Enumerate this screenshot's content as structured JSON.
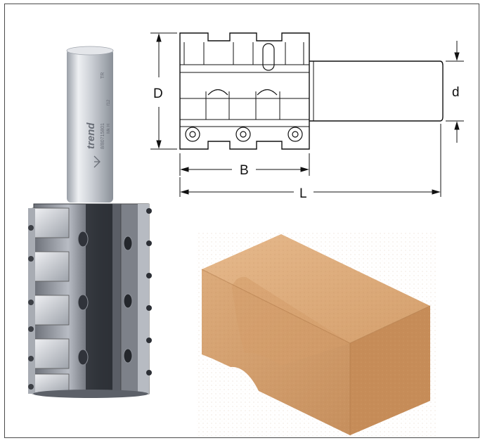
{
  "diagram": {
    "dimension_labels": {
      "D": "D",
      "d": "d",
      "B": "B",
      "L": "L"
    }
  },
  "photo": {
    "shank_brand": "trend",
    "shank_marks": [
      "TR",
      "8/80715801",
      "Mk H",
      "f12"
    ]
  },
  "colors": {
    "frame": "#4a4a4a",
    "block_face": "#d8a777",
    "block_top": "#e2b487",
    "block_side": "#c99462",
    "steel_light": "#d9dce2",
    "steel_dark": "#3d4148"
  },
  "icons": [
    "router-bit-photo",
    "technical-drawing",
    "workpiece-profile-block"
  ]
}
